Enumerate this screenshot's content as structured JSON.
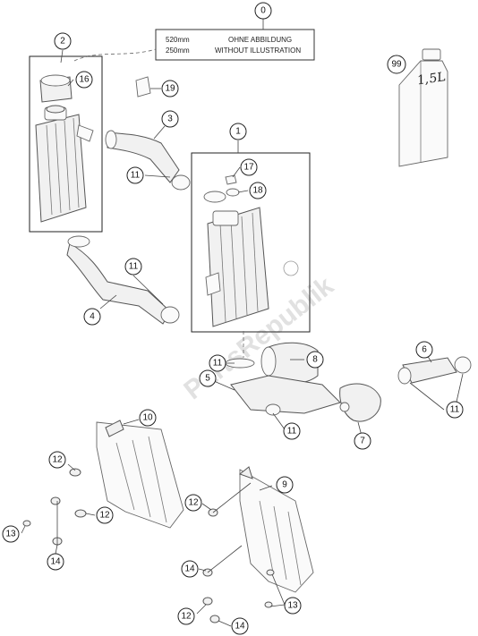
{
  "note": {
    "callout": "0",
    "line1_left": "520mm",
    "line1_right": "OHNE ABBILDUNG",
    "line2_left": "250mm",
    "line2_right": "WITHOUT ILLUSTRATION"
  },
  "bottle": {
    "callout": "99",
    "label": "1,5L"
  },
  "watermark": "PartsRepublik",
  "callouts": {
    "c1": "1",
    "c2": "2",
    "c3": "3",
    "c4": "4",
    "c5": "5",
    "c6": "6",
    "c7": "7",
    "c8": "8",
    "c9": "9",
    "c10": "10",
    "c11a": "11",
    "c11b": "11",
    "c11c": "11",
    "c11d": "11",
    "c11e": "11",
    "c12a": "12",
    "c12b": "12",
    "c12c": "12",
    "c12d": "12",
    "c13a": "13",
    "c13b": "13",
    "c14a": "14",
    "c14b": "14",
    "c14c": "14",
    "c16": "16",
    "c17": "17",
    "c18": "18",
    "c19": "19"
  }
}
